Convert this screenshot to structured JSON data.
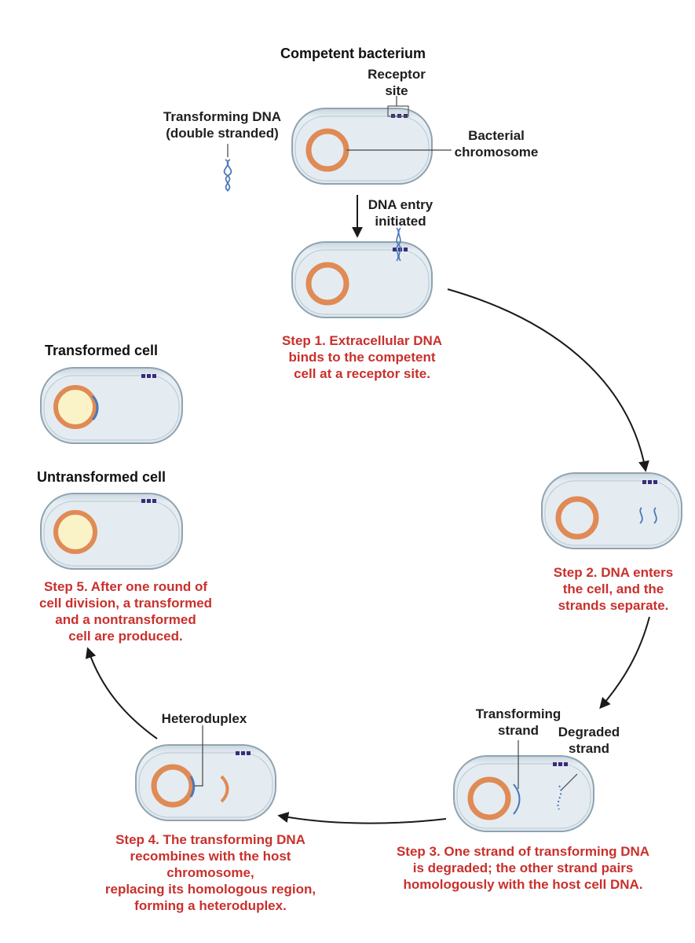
{
  "title": "Competent bacterium",
  "labels": {
    "receptor_site": "Receptor\nsite",
    "transforming_dna": "Transforming DNA\n(double stranded)",
    "bacterial_chromosome": "Bacterial\nchromosome",
    "dna_entry": "DNA entry\ninitiated",
    "transformed_cell": "Transformed cell",
    "untransformed_cell": "Untransformed cell",
    "transforming_strand": "Transforming\nstrand",
    "degraded_strand": "Degraded\nstrand",
    "heteroduplex": "Heteroduplex"
  },
  "steps": {
    "step1": "Step 1. Extracellular DNA\nbinds to the competent\ncell at a receptor site.",
    "step2": "Step 2. DNA enters\nthe cell, and the\nstrands separate.",
    "step3": "Step 3. One strand of transforming DNA\nis degraded; the other strand pairs\nhomologously with the host cell DNA.",
    "step4": "Step 4. The transforming DNA\nrecombines with the host chromosome,\nreplacing its homologous region,\nforming a heteroduplex.",
    "step5": "Step 5. After one round of\ncell division, a transformed\nand a nontransformed\ncell are produced."
  },
  "colors": {
    "cell_fill": "#dde8ef",
    "cell_outline": "#8fa3b0",
    "chromosome": "#e08a55",
    "chromosome_inner": "#fbf3c8",
    "receptor": "#3b2a7a",
    "dna_strand": "#4a78b8",
    "step_text": "#c9302c",
    "arrow": "#1a1a1a"
  }
}
